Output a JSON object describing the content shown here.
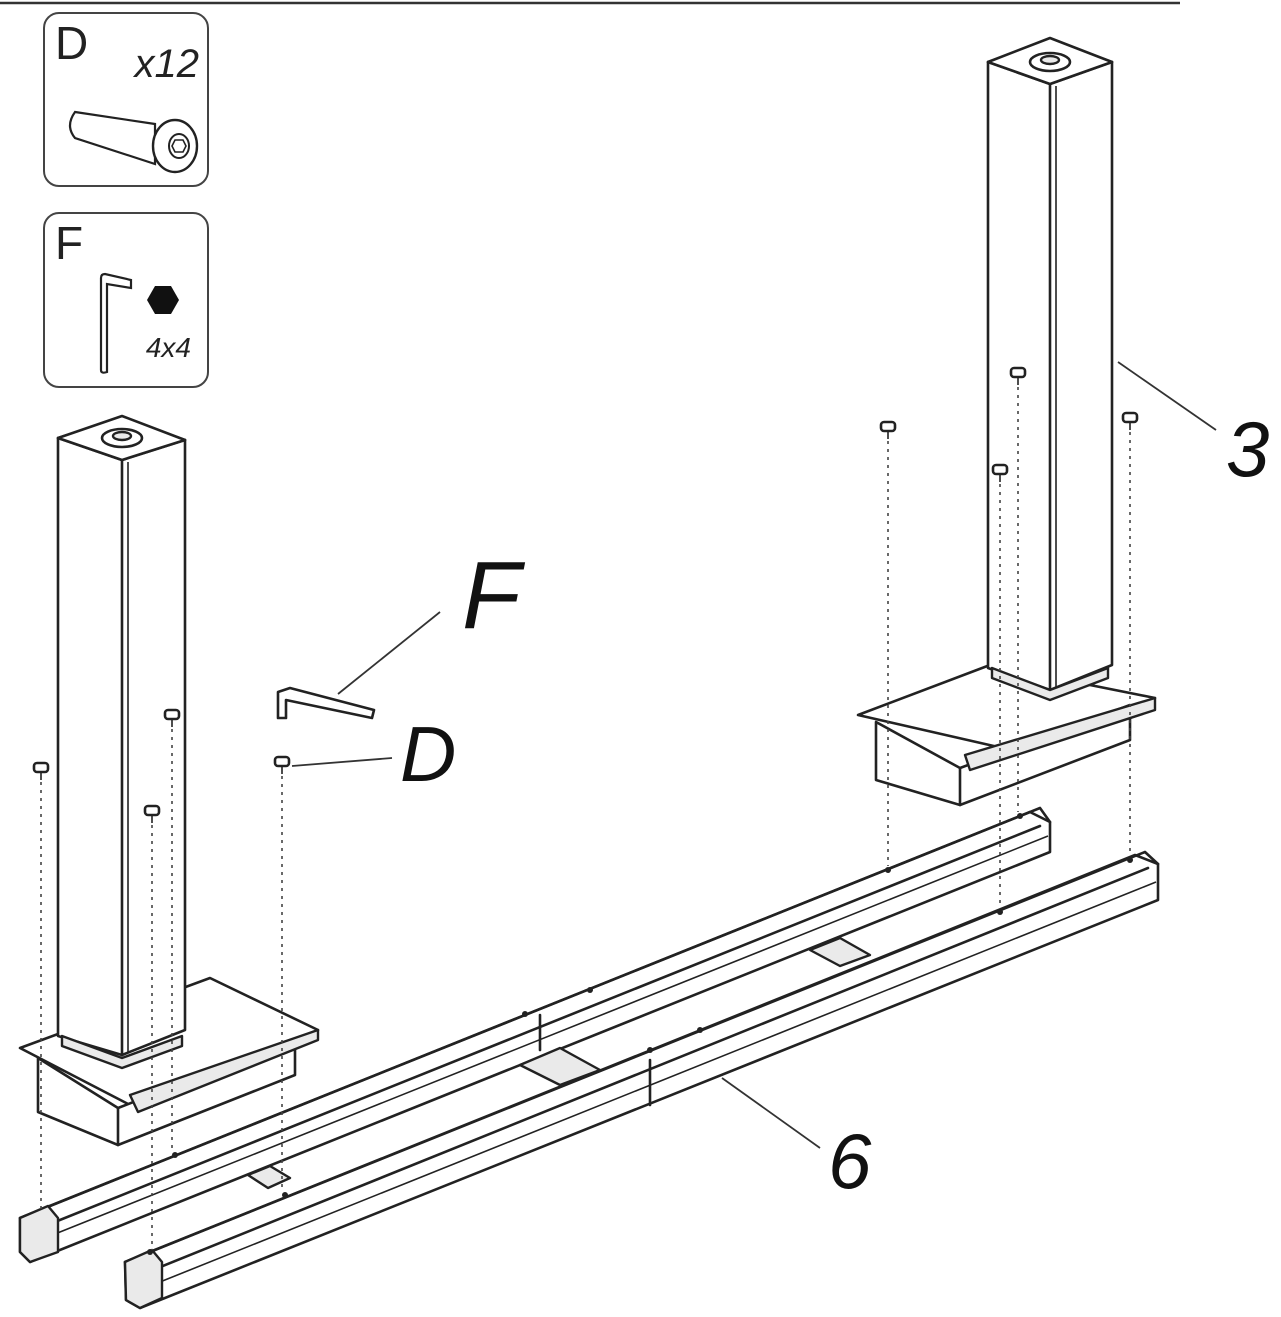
{
  "top_rule": {
    "color": "#333333"
  },
  "parts": {
    "D": {
      "label": "D",
      "quantity": "x12",
      "icon": "bolt-icon"
    },
    "F": {
      "label": "F",
      "size": "4x4",
      "icon": "allen-key-icon"
    }
  },
  "callouts": {
    "allen_key": "F",
    "bolt": "D",
    "leg": "3",
    "rail": "6"
  },
  "colors": {
    "line": "#222222",
    "fill": "#ffffff",
    "shade": "#e8e8e8"
  }
}
